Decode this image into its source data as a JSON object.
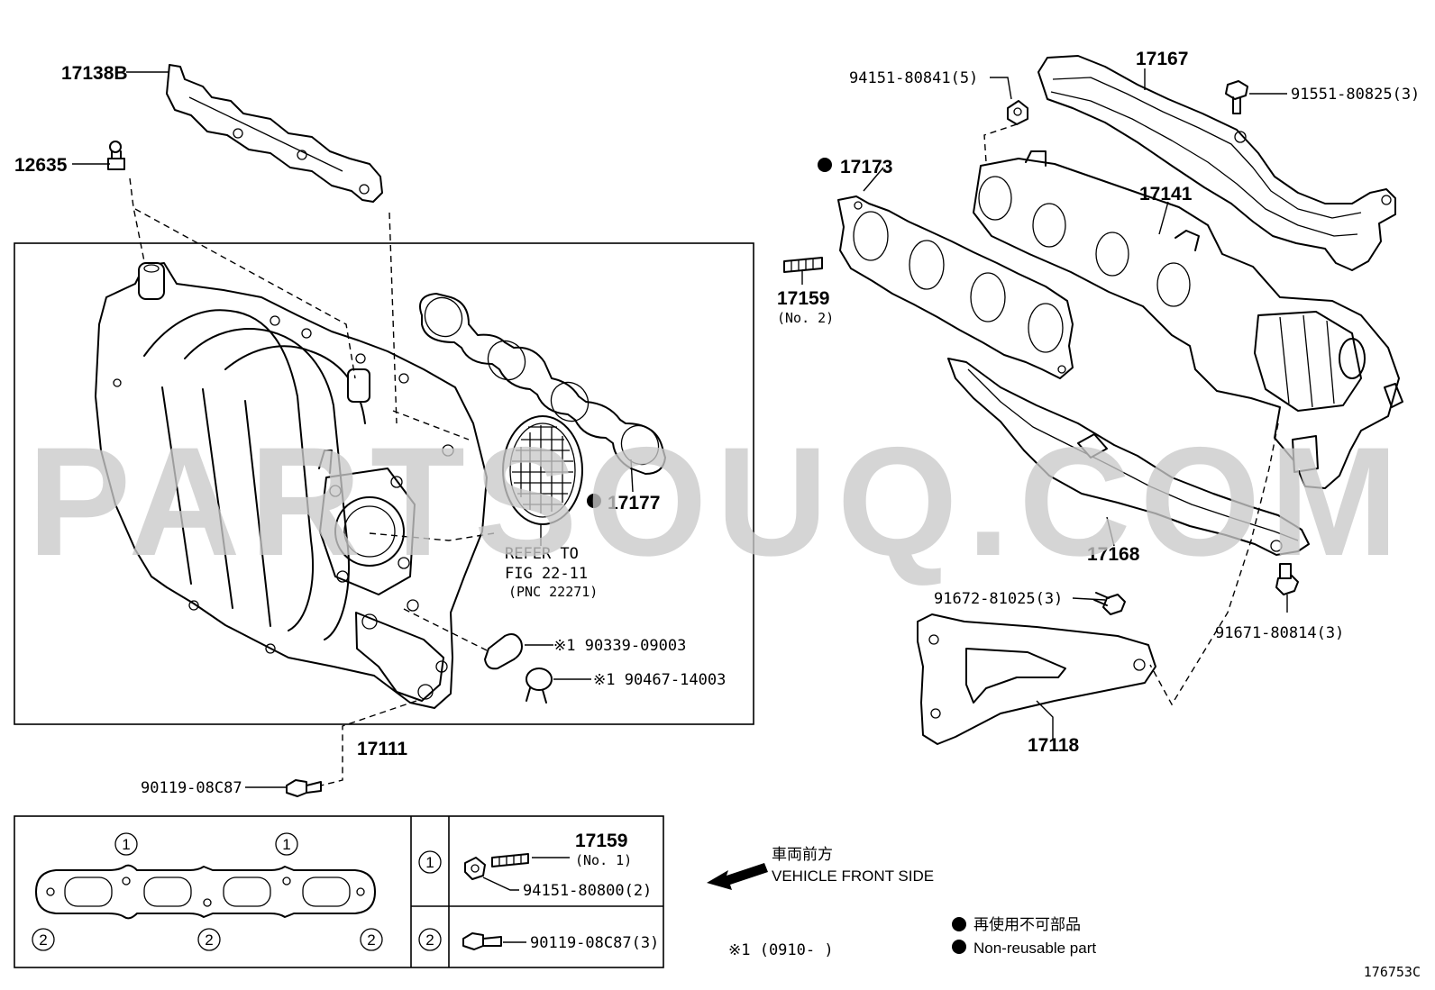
{
  "labels": {
    "p17138b": "17138B",
    "p12635": "12635",
    "p94151_80841": "94151-80841(5)",
    "p17167": "17167",
    "p91551_80825": "91551-80825(3)",
    "p17173": "17173",
    "p17141": "17141",
    "p17159": "17159",
    "p17159_no2": "(No. 2)",
    "p17177": "17177",
    "refer_line1": "REFER TO",
    "refer_line2": "FIG 22-11",
    "refer_line3": "(PNC 22271)",
    "p90339": "※1 90339-09003",
    "p90467": "※1 90467-14003",
    "p17168": "17168",
    "p91672": "91672-81025(3)",
    "p91671": "91671-80814(3)",
    "p17111": "17111",
    "p90119_main": "90119-08C87",
    "p17118": "17118"
  },
  "legend_table": {
    "circle_1": "1",
    "circle_2": "2",
    "row1_part": "17159",
    "row1_part_no": "(No. 1)",
    "row1_nut": "94151-80800(2)",
    "row2_bolt": "90119-08C87(3)"
  },
  "direction": {
    "jp": "車両前方",
    "en": "VEHICLE FRONT SIDE"
  },
  "notes": {
    "date_note": "※1 (0910-      )",
    "nonreuse_jp": "再使用不可部品",
    "nonreuse_en": "Non-reusable part"
  },
  "figure_id": "176753C",
  "watermark": "PARTSOUQ.COM"
}
